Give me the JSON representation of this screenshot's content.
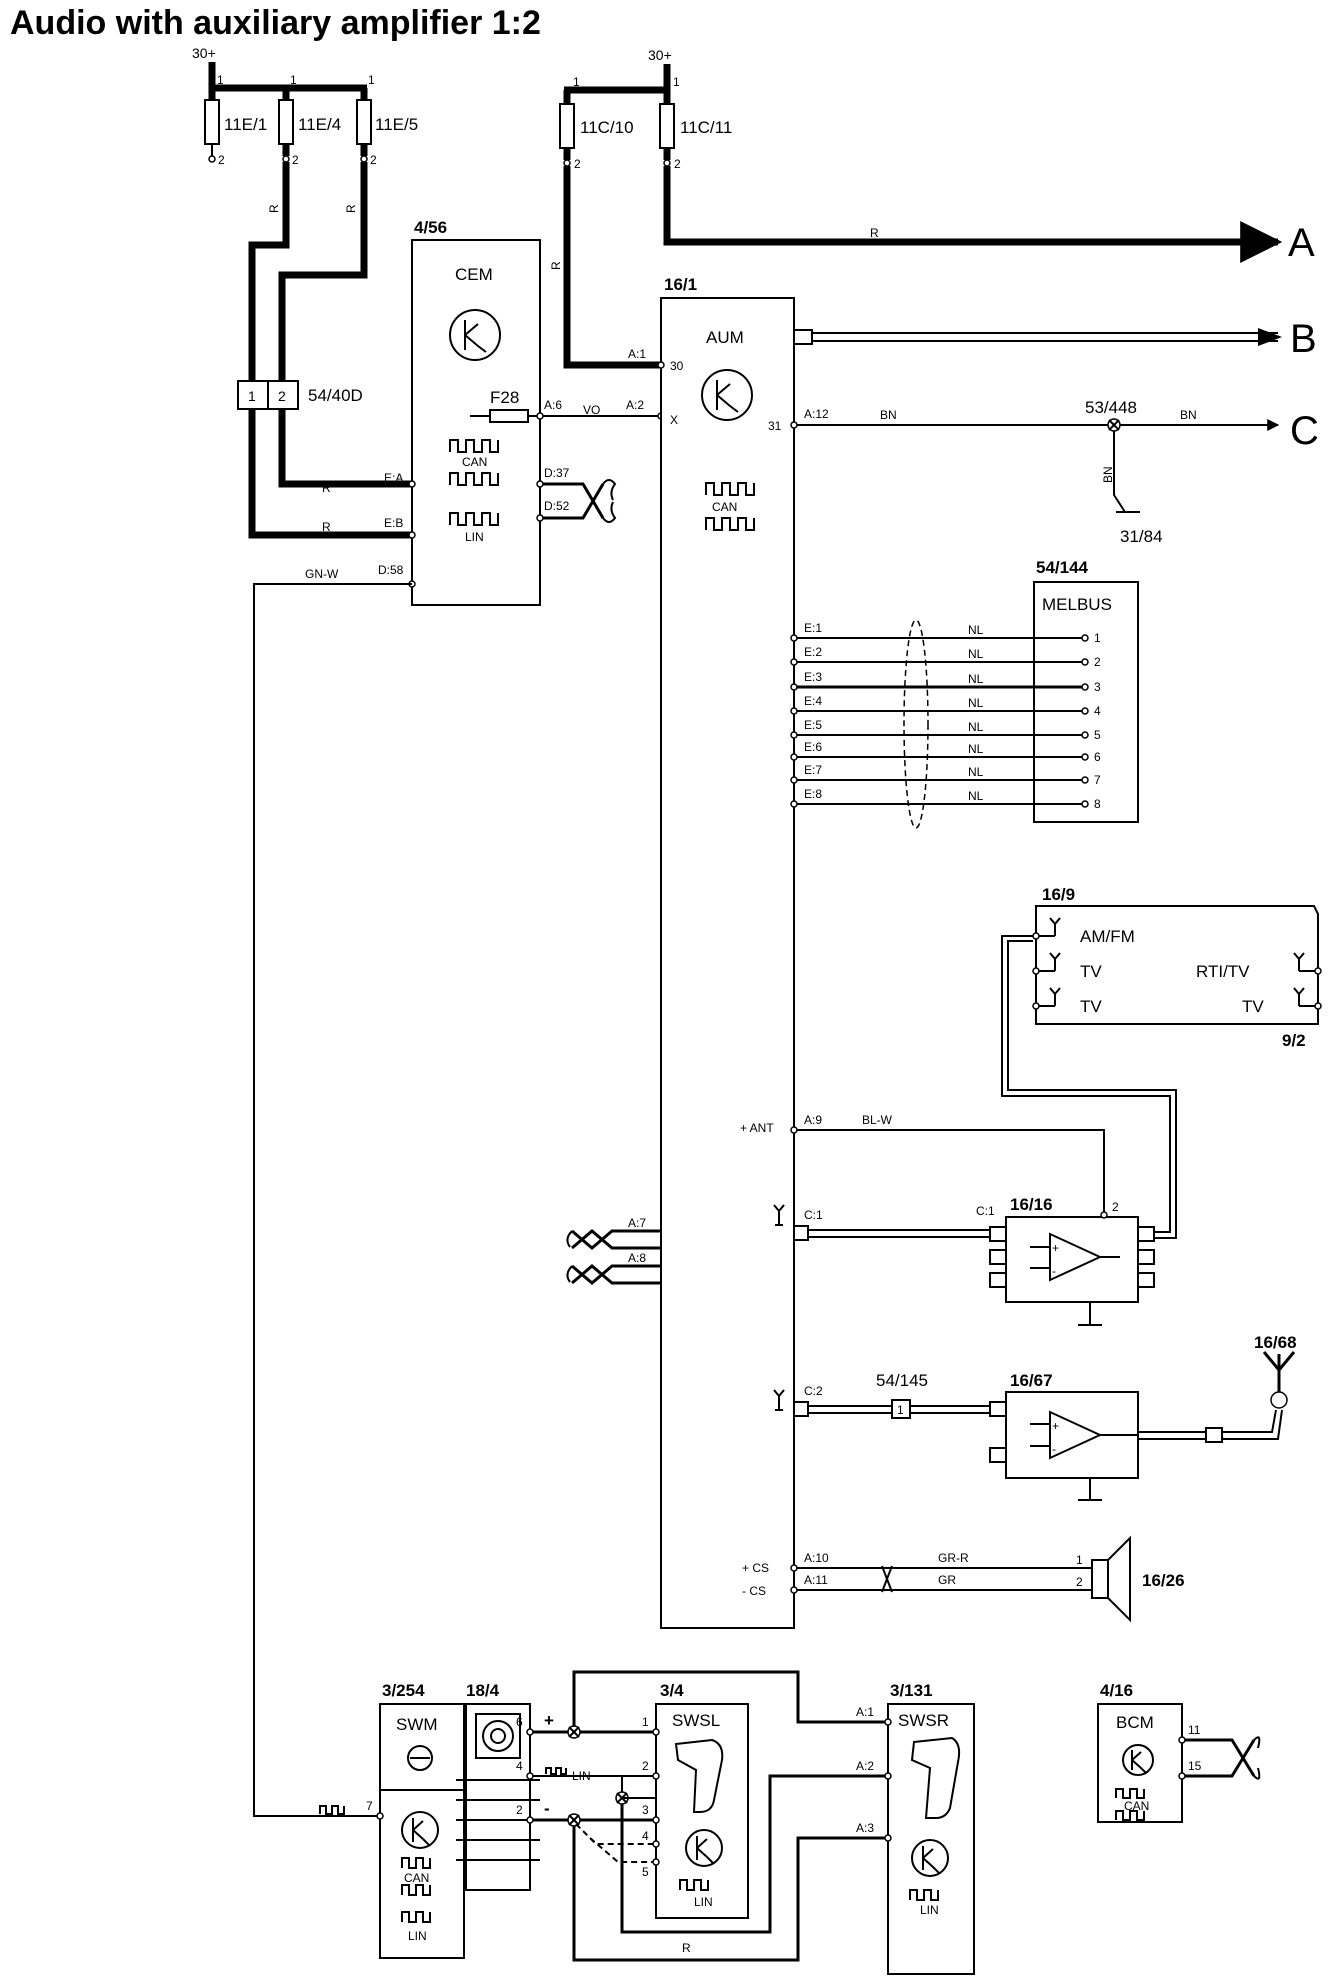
{
  "title": "Audio with auxiliary amplifier 1:2",
  "supply": {
    "left": "30+",
    "right": "30+"
  },
  "fuses": {
    "f1": "11E/1",
    "f2": "11E/4",
    "f3": "11E/5",
    "f4": "11C/10",
    "f5": "11C/11",
    "pin1": "1",
    "pin2": "2"
  },
  "wires": {
    "r": "R",
    "vo": "VO",
    "bn": "BN",
    "gnw": "GN-W",
    "blw": "BL-W",
    "grr": "GR-R",
    "gr": "GR",
    "nl": "NL",
    "lin": "LIN"
  },
  "connector_54_40d": {
    "id": "54/40D",
    "p1": "1",
    "p2": "2"
  },
  "cem": {
    "id": "4/56",
    "name": "CEM",
    "fuse": "F28",
    "pins": {
      "a6": "A:6",
      "ea": "E:A",
      "eb": "E:B",
      "d37": "D:37",
      "d52": "D:52",
      "d58": "D:58"
    },
    "can": "CAN",
    "lin": "LIN"
  },
  "aum": {
    "id": "16/1",
    "name": "AUM",
    "can": "CAN",
    "pins": {
      "a1": "A:1",
      "p30": "30",
      "a2": "A:2",
      "x": "X",
      "a12": "A:12",
      "p31": "31",
      "e1": "E:1",
      "e2": "E:2",
      "e3": "E:3",
      "e4": "E:4",
      "e5": "E:5",
      "e6": "E:6",
      "e7": "E:7",
      "e8": "E:8",
      "ant": "+ ANT",
      "a9": "A:9",
      "c1": "C:1",
      "a7": "A:7",
      "a8": "A:8",
      "c2": "C:2",
      "cs_plus": "+ CS",
      "cs_minus": "- CS",
      "a10": "A:10",
      "a11": "A:11"
    }
  },
  "outputs": {
    "a": "A",
    "b": "B",
    "c": "C"
  },
  "splice_53_448": "53/448",
  "ground_31_84": "31/84",
  "melbus": {
    "id": "54/144",
    "name": "MELBUS",
    "pins": [
      "1",
      "2",
      "3",
      "4",
      "5",
      "6",
      "7",
      "8"
    ]
  },
  "antenna_module": {
    "id": "16/9",
    "id2": "9/2",
    "amfm": "AM/FM",
    "tv1": "TV",
    "tv2": "TV",
    "rtitv": "RTI/TV",
    "tv3": "TV"
  },
  "amp_16_16": {
    "id": "16/16",
    "c1": "C:1",
    "p2": "2"
  },
  "amp_16_67": {
    "id": "16/67"
  },
  "connector_54_145": {
    "id": "54/145",
    "p1": "1"
  },
  "antenna_16_68": "16/68",
  "speaker": {
    "id": "16/26",
    "p1": "1",
    "p2": "2"
  },
  "swm": {
    "id": "3/254",
    "name": "SWM",
    "can": "CAN",
    "lin": "LIN",
    "p7": "7"
  },
  "clockspring": {
    "id": "18/4",
    "p6": "6",
    "p4": "4",
    "p2": "2",
    "plus": "+",
    "minus": "-"
  },
  "swsl": {
    "id": "3/4",
    "name": "SWSL",
    "lin": "LIN",
    "pins": [
      "1",
      "2",
      "3",
      "4",
      "5"
    ]
  },
  "swsr": {
    "id": "3/131",
    "name": "SWSR",
    "lin": "LIN",
    "a1": "A:1",
    "a2": "A:2",
    "a3": "A:3"
  },
  "bcm": {
    "id": "4/16",
    "name": "BCM",
    "can": "CAN",
    "p11": "11",
    "p15": "15"
  }
}
